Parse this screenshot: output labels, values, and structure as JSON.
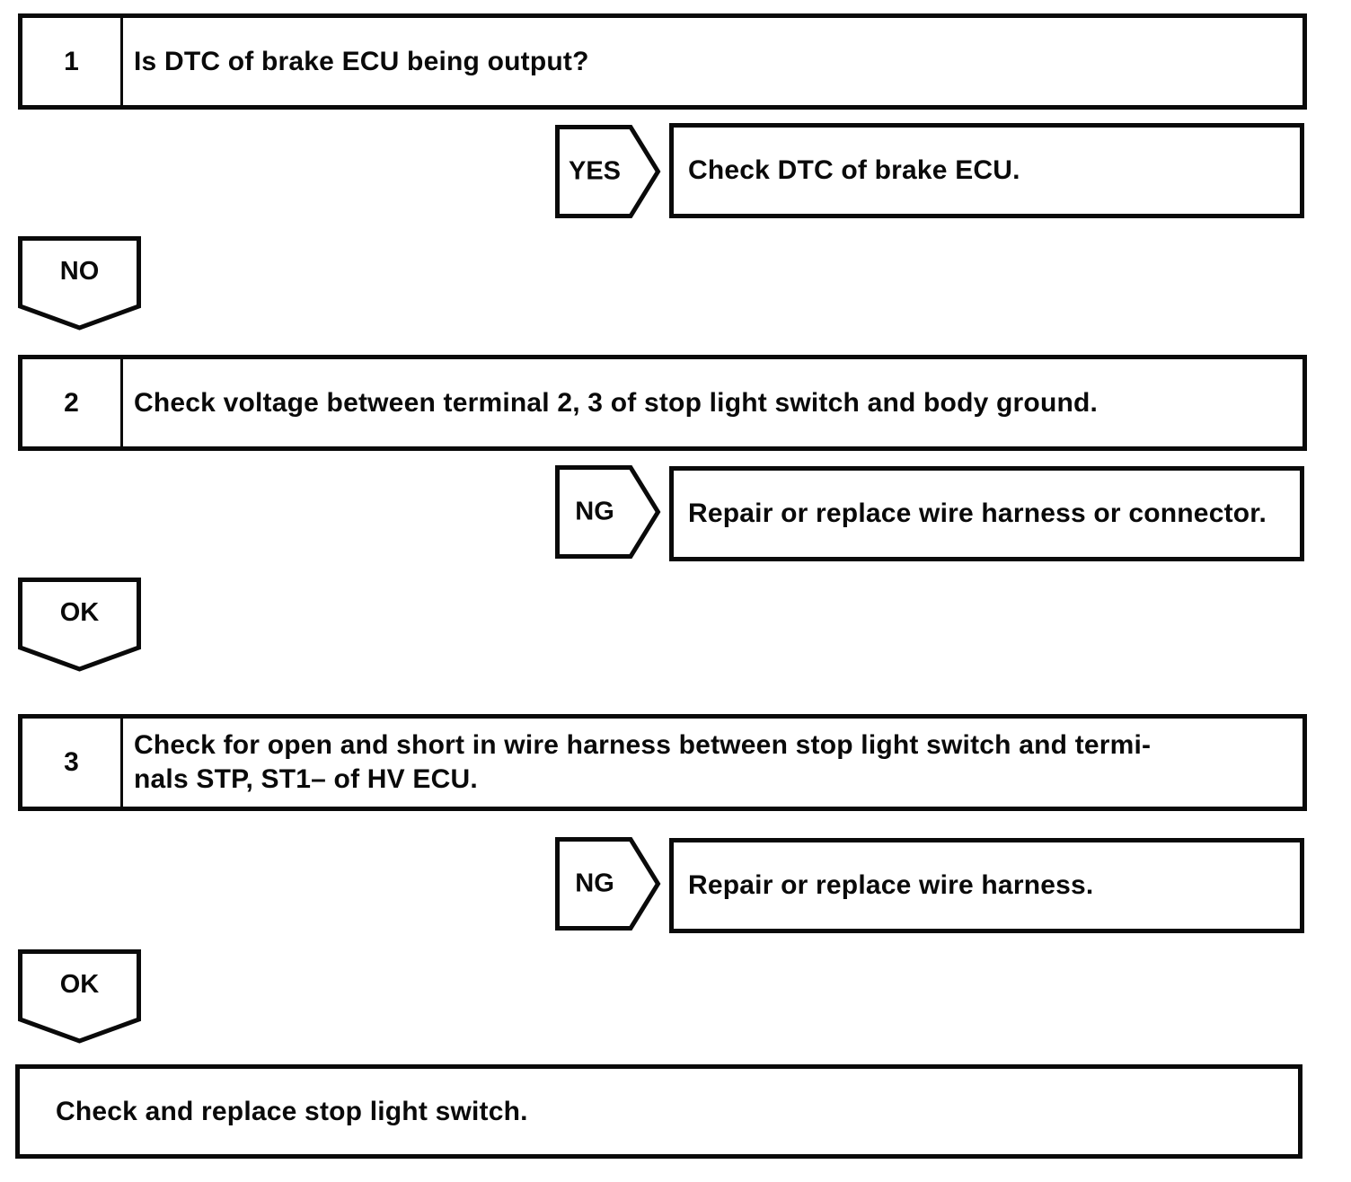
{
  "flowchart": {
    "steps": [
      {
        "number": "1",
        "lines": [
          "Is DTC of brake ECU being output?",
          ""
        ]
      },
      {
        "number": "2",
        "lines": [
          "Check voltage between terminal 2, 3 of stop light switch and body ground.",
          ""
        ]
      },
      {
        "number": "3",
        "lines": [
          "Check for open and short in wire harness between stop light switch and termi-",
          "nals STP, ST1– of HV ECU."
        ]
      }
    ],
    "branches": [
      {
        "label": "YES",
        "result": "Check DTC of brake ECU."
      },
      {
        "label": "NG",
        "result": "Repair or replace wire harness or connector."
      },
      {
        "label": "NG",
        "result": "Repair or replace wire harness."
      }
    ],
    "continue_labels": [
      "NO",
      "OK",
      "OK"
    ],
    "final_action": "Check and replace stop light switch.",
    "colors": {
      "ink": "#0a0a0a",
      "paper": "#ffffff"
    }
  }
}
